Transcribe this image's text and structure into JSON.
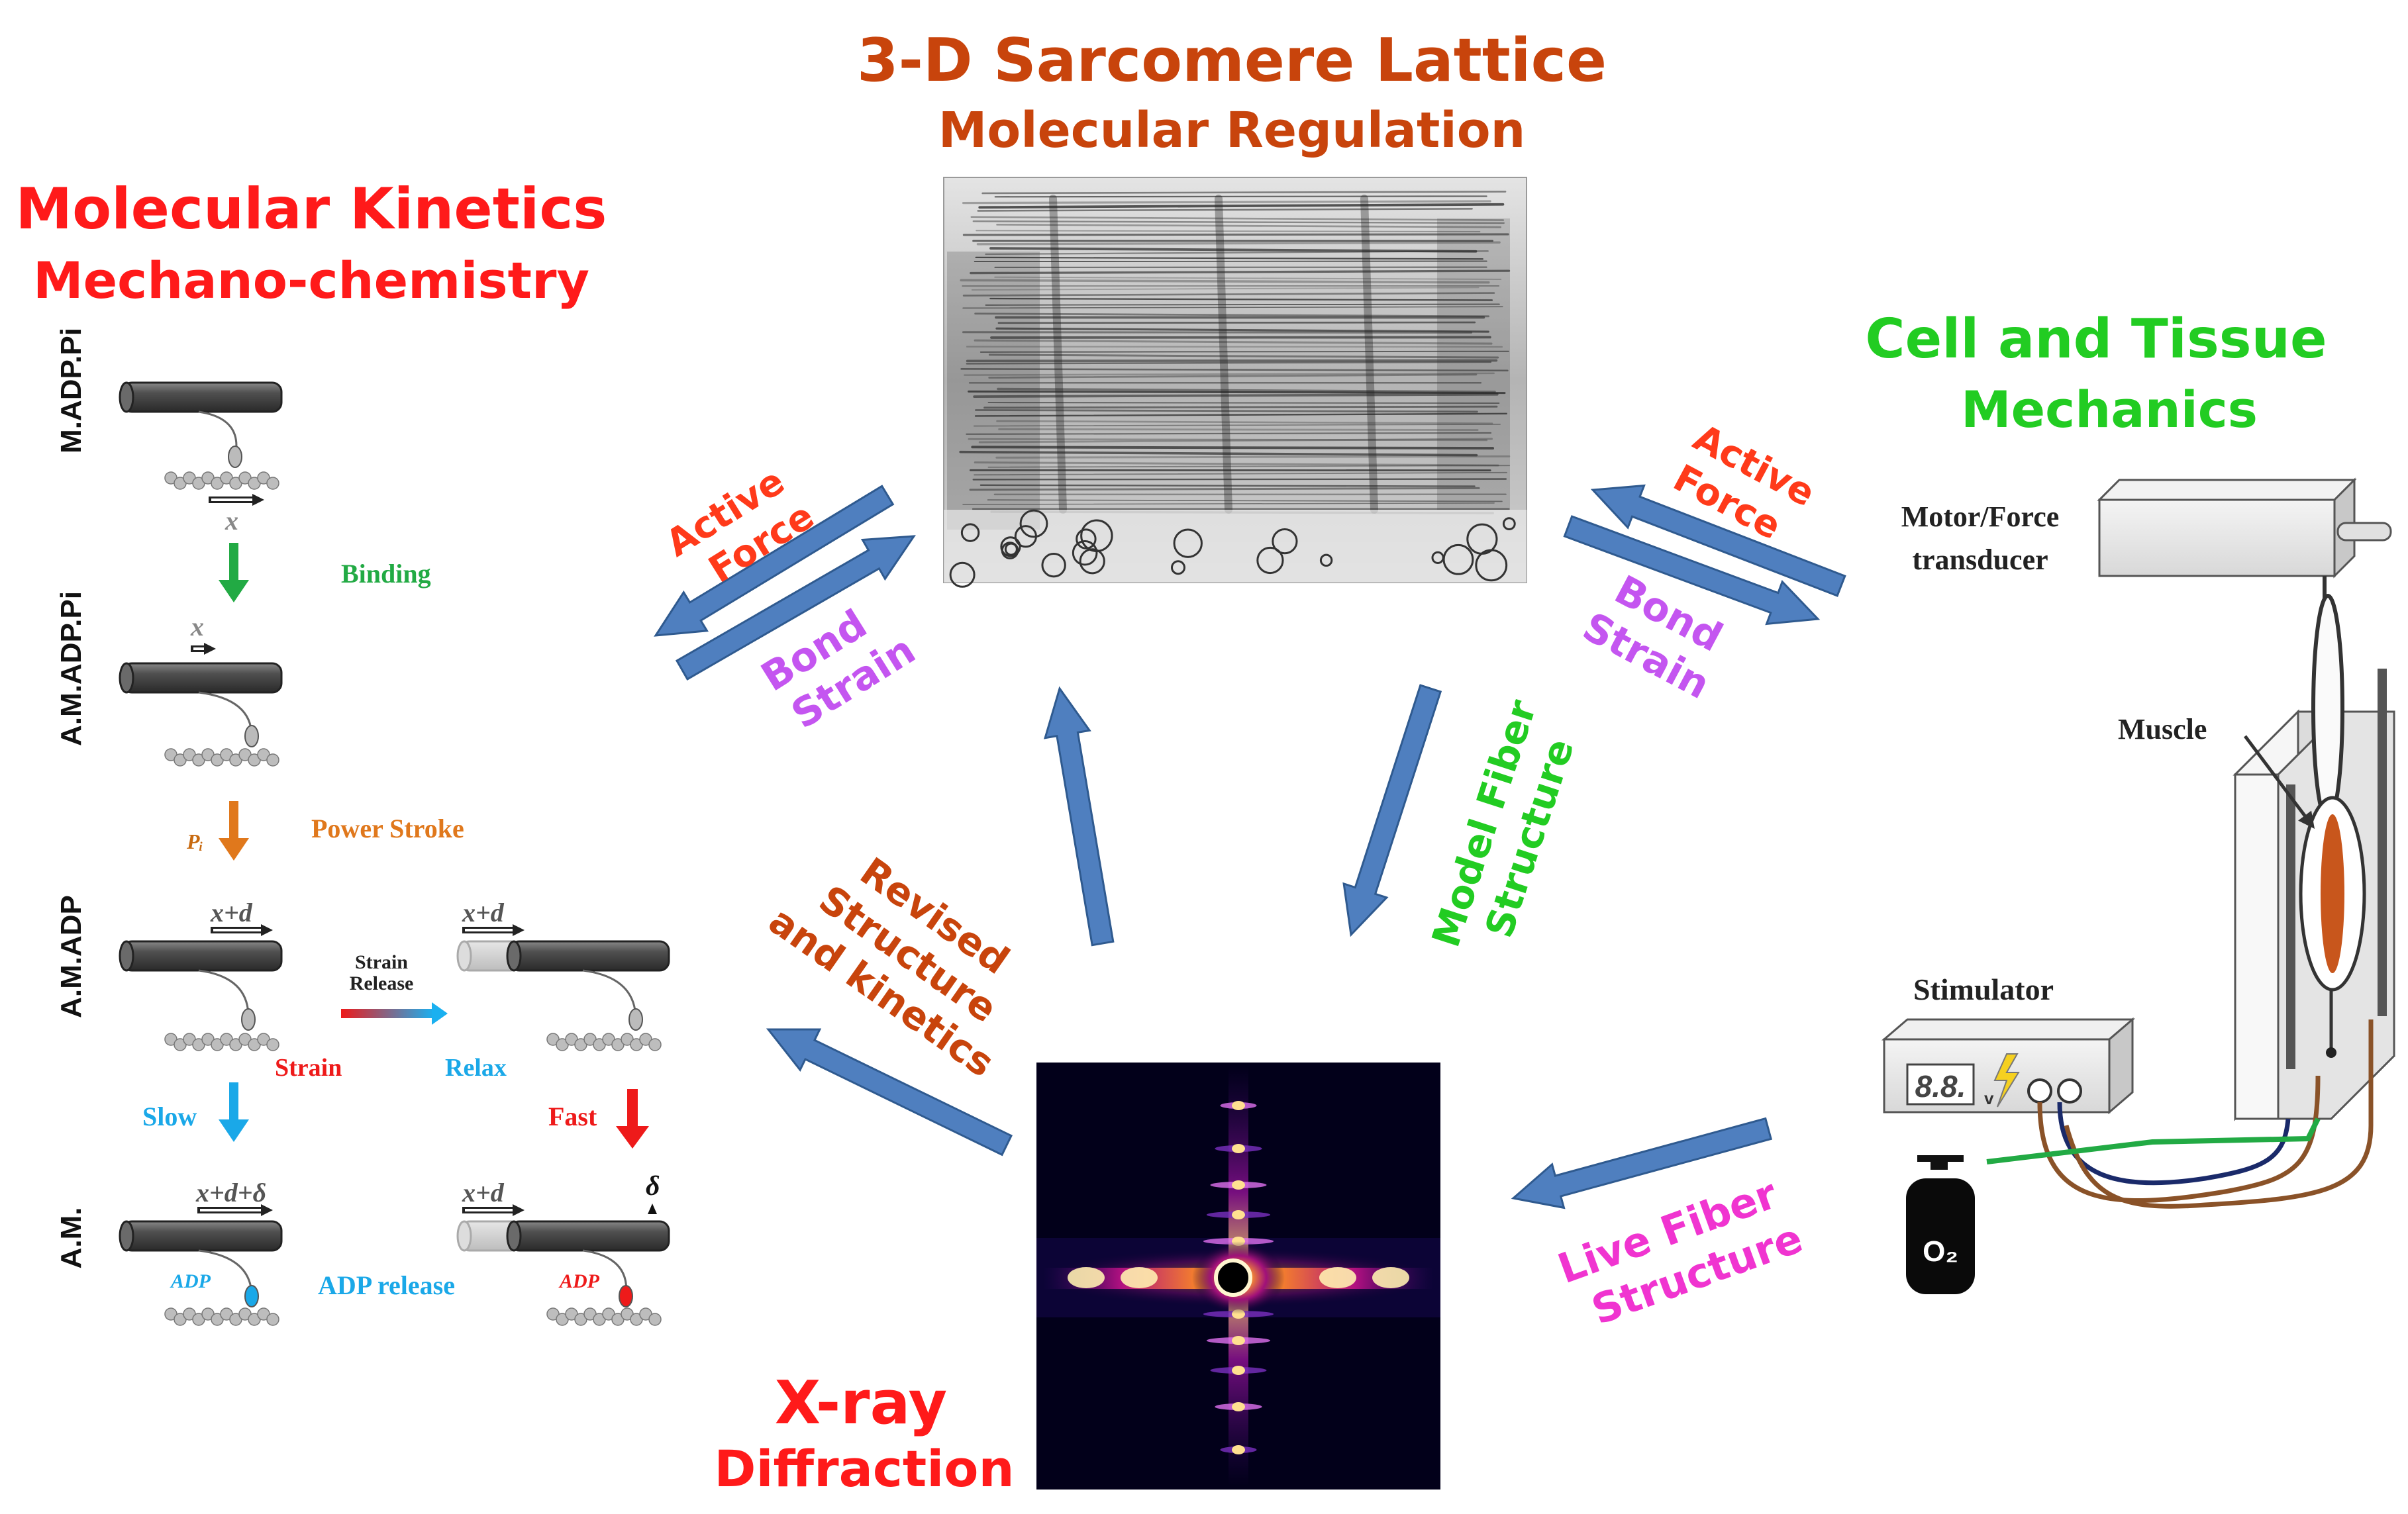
{
  "colors": {
    "arrow_fill": "#4f7fbf",
    "arrow_stroke": "#2f5a8f",
    "heading_red": "#ff1a1a",
    "heading_orange": "#c8440c",
    "heading_green": "#22cc22",
    "purple": "#c455f0",
    "magenta": "#f034d0",
    "green_step": "#22aa44",
    "orange_step": "#e0781c",
    "cyan_step": "#1aa8e8",
    "red_step": "#ee1a1a"
  },
  "headings": {
    "sarcomere_title": "3-D Sarcomere Lattice",
    "sarcomere_sub": "Molecular Regulation",
    "kinetics_title": "Molecular Kinetics",
    "kinetics_sub": "Mechano-chemistry",
    "cell_title": "Cell and Tissue",
    "cell_sub": "Mechanics",
    "xray_title": "X-ray",
    "xray_sub": "Diffraction"
  },
  "arrow_labels": {
    "active_force_left": [
      "Active",
      "Force"
    ],
    "bond_strain_left": [
      "Bond",
      "Strain"
    ],
    "active_force_right": [
      "Active",
      "Force"
    ],
    "bond_strain_right": [
      "Bond",
      "Strain"
    ],
    "revised": [
      "Revised",
      "Structure",
      "and kinetics"
    ],
    "model_fiber": [
      "Model Fiber",
      "Structure"
    ],
    "live_fiber": [
      "Live Fiber",
      "Structure"
    ]
  },
  "kinetics": {
    "states": [
      "M.ADP.Pi",
      "A.M.ADP.Pi",
      "A.M.ADP",
      "A.M."
    ],
    "steps": {
      "binding": "Binding",
      "power_stroke": "Power Stroke",
      "strain_release": [
        "Strain",
        "Release"
      ],
      "strain": "Strain",
      "relax": "Relax",
      "slow": "Slow",
      "fast": "Fast",
      "adp_release": "ADP release"
    },
    "symbols": {
      "x": "x",
      "x_plus_d": "x+d",
      "x_plus_d_plus_delta": "x+d+δ",
      "delta": "δ",
      "pi": "Pᵢ",
      "adp": "ADP"
    }
  },
  "apparatus": {
    "motor_label": [
      "Motor/Force",
      "transducer"
    ],
    "muscle_label": "Muscle",
    "stimulator_label": "Stimulator",
    "display_value": "8.8.",
    "display_unit": "v",
    "o2_label": "O₂"
  }
}
